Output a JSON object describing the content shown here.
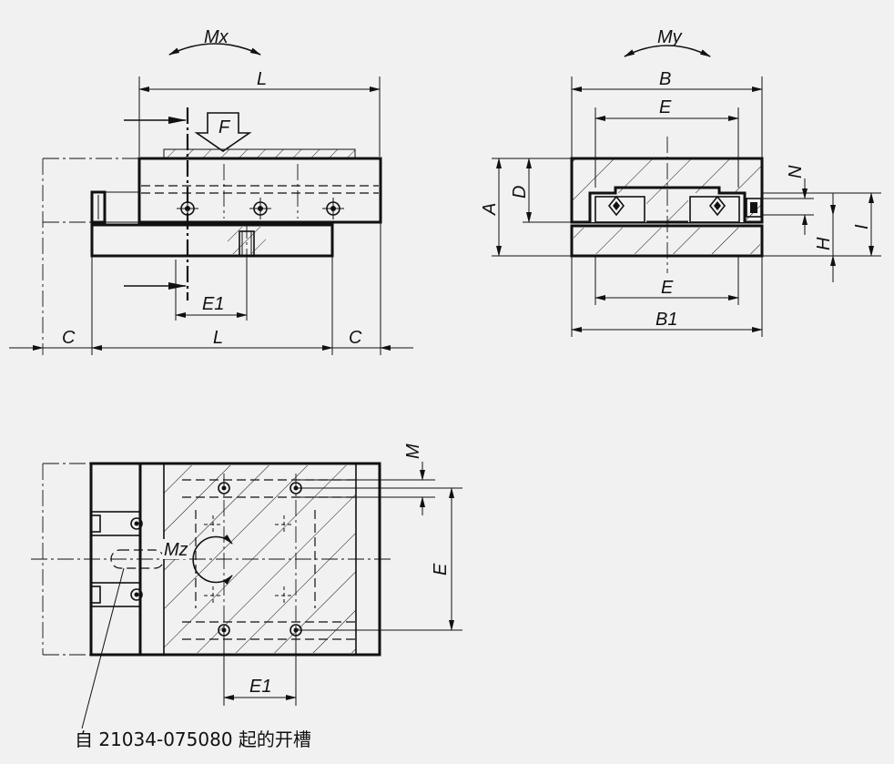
{
  "labels": {
    "mx": "Mx",
    "my": "My",
    "mz": "Mz",
    "f": "F",
    "l_top": "L",
    "l_bottom": "L",
    "c_left": "C",
    "c_right": "C",
    "e1_side": "E1",
    "e1_plan": "E1",
    "b": "B",
    "b1": "B1",
    "e_top": "E",
    "e_bottom": "E",
    "e_plan": "E",
    "a": "A",
    "d": "D",
    "n": "N",
    "h": "H",
    "i": "I",
    "m": "M"
  },
  "note": "自 21034-075080 起的开槽"
}
